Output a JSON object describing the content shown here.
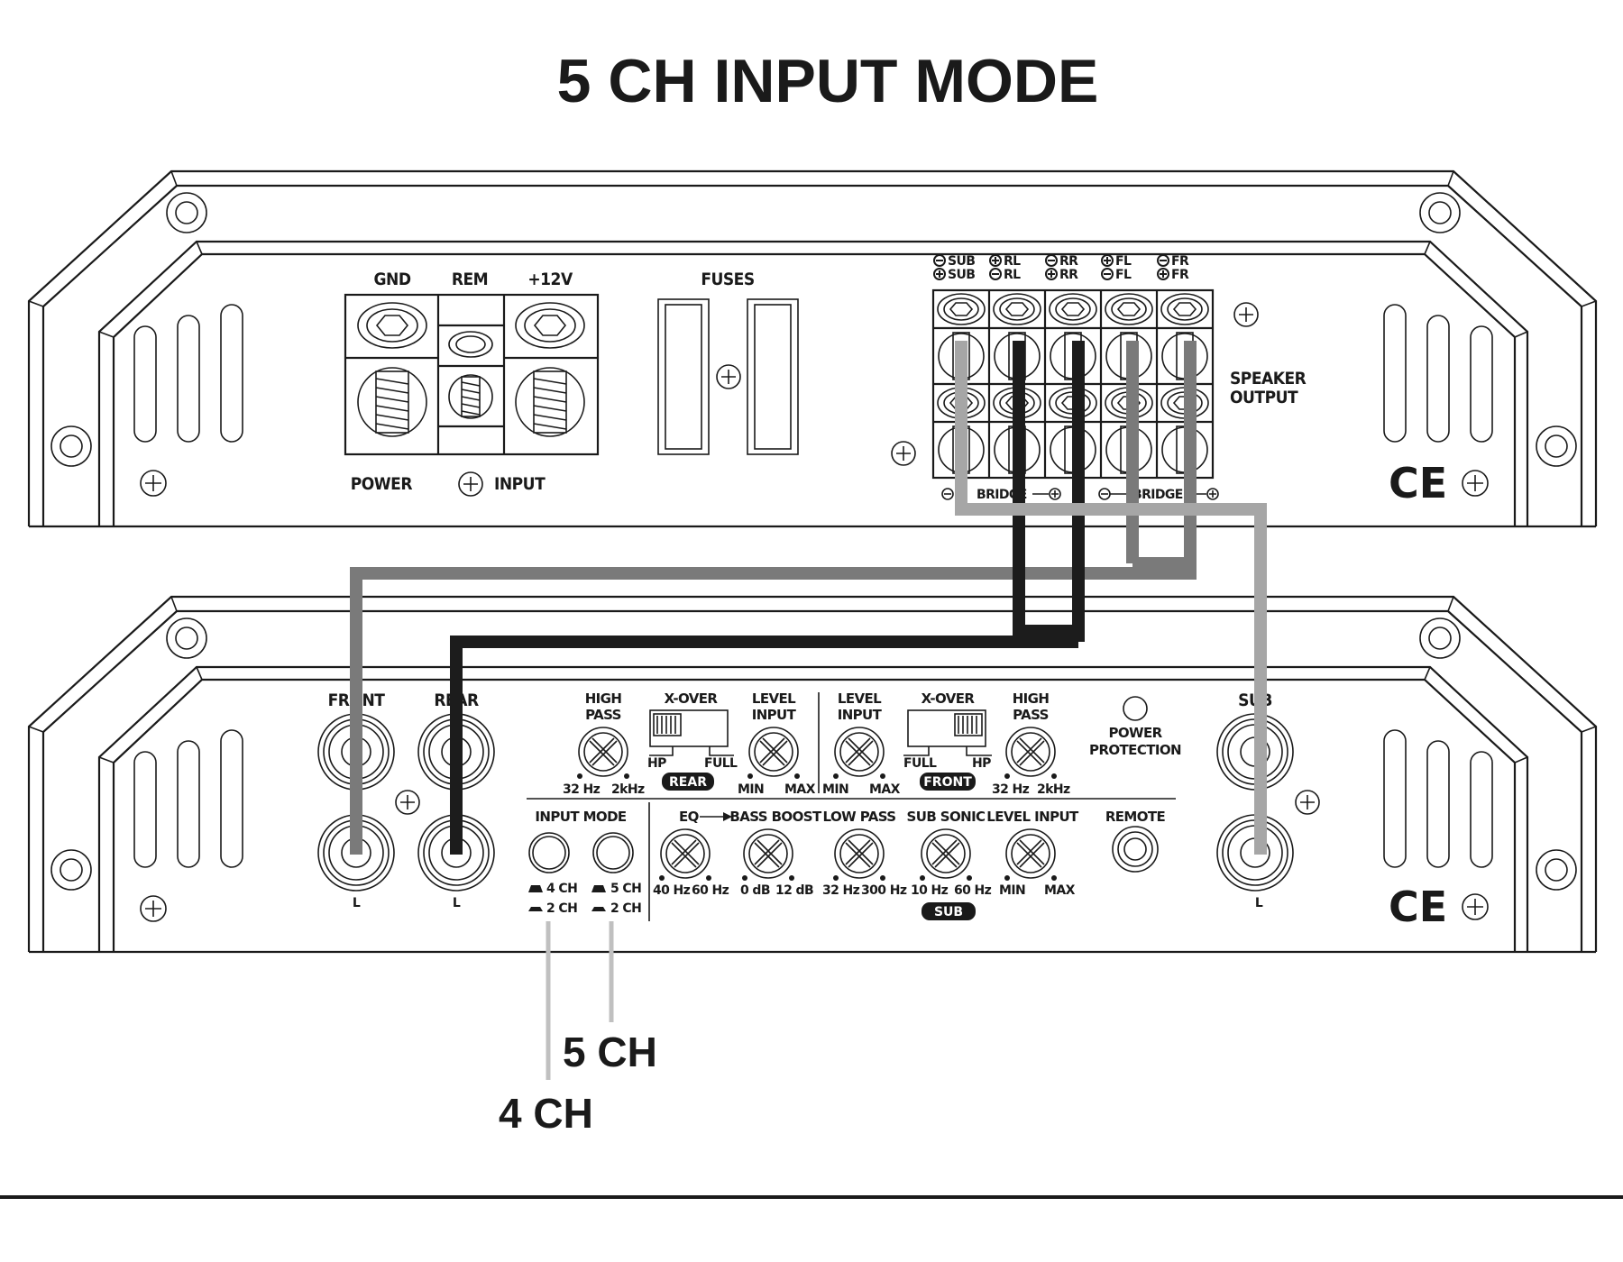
{
  "title": "5 CH INPUT MODE",
  "top_panel": {
    "power": {
      "gnd": "GND",
      "rem": "REM",
      "v12": "+12V",
      "caption_left": "POWER",
      "caption_right": "INPUT"
    },
    "fuses": "FUSES",
    "speaker_output": {
      "label_line1": "SPEAKER",
      "label_line2": "OUTPUT",
      "terminals": [
        {
          "top": "SUB",
          "bottom": "SUB",
          "top_sign": "minus",
          "bottom_sign": "plus"
        },
        {
          "top": "RL",
          "bottom": "RL",
          "top_sign": "plus",
          "bottom_sign": "minus"
        },
        {
          "top": "RR",
          "bottom": "RR",
          "top_sign": "minus",
          "bottom_sign": "plus"
        },
        {
          "top": "FL",
          "bottom": "FL",
          "top_sign": "plus",
          "bottom_sign": "minus"
        },
        {
          "top": "FR",
          "bottom": "FR",
          "top_sign": "minus",
          "bottom_sign": "plus"
        }
      ],
      "bridge_left": "BRIDGE",
      "bridge_right": "BRIDGE"
    },
    "ce_mark": "CE"
  },
  "bottom_panel": {
    "rca_front": {
      "label": "FRONT",
      "channel": "L"
    },
    "rca_rear": {
      "label": "REAR",
      "channel": "L"
    },
    "rca_sub": {
      "label": "SUB",
      "channel": "L"
    },
    "rear_section": {
      "high_pass": {
        "line1": "HIGH",
        "line2": "PASS",
        "min": "32 Hz",
        "max": "2kHz"
      },
      "xover": {
        "label": "X-OVER",
        "left": "HP",
        "right": "FULL",
        "position": "HP"
      },
      "level": {
        "line1": "LEVEL",
        "line2": "INPUT",
        "min": "MIN",
        "max": "MAX"
      },
      "badge": "REAR"
    },
    "front_section": {
      "level": {
        "line1": "LEVEL",
        "line2": "INPUT",
        "min": "MIN",
        "max": "MAX"
      },
      "xover": {
        "label": "X-OVER",
        "left": "FULL",
        "right": "HP",
        "position": "HP"
      },
      "high_pass": {
        "line1": "HIGH",
        "line2": "PASS",
        "min": "32 Hz",
        "max": "2kHz"
      },
      "badge": "FRONT"
    },
    "power_protection": {
      "line1": "POWER",
      "line2": "PROTECTION"
    },
    "input_mode": {
      "label": "INPUT MODE",
      "switch1": {
        "up": "4 CH",
        "down": "2 CH"
      },
      "switch2": {
        "up": "5 CH",
        "down": "2 CH"
      }
    },
    "eq": {
      "label": "EQ",
      "min": "40 Hz",
      "max": "60 Hz"
    },
    "bass_boost": {
      "label": "BASS BOOST",
      "min": "0 dB",
      "max": "12 dB"
    },
    "low_pass": {
      "label": "LOW PASS",
      "min": "32 Hz",
      "max": "300 Hz"
    },
    "sub_sonic": {
      "label": "SUB SONIC",
      "min": "10 Hz",
      "max": "60 Hz"
    },
    "sub_level": {
      "label": "LEVEL INPUT",
      "min": "MIN",
      "max": "MAX"
    },
    "sub_badge": "SUB",
    "remote": "REMOTE",
    "ce_mark": "CE"
  },
  "callouts": {
    "ch5": "5 CH",
    "ch4": "4 CH"
  },
  "colors": {
    "wire_light": "#a6a6a6",
    "wire_mid": "#7a7a7a",
    "wire_dark": "#1c1c1c",
    "callout_line": "#c0c0c0",
    "ink": "#1a1a1a"
  }
}
